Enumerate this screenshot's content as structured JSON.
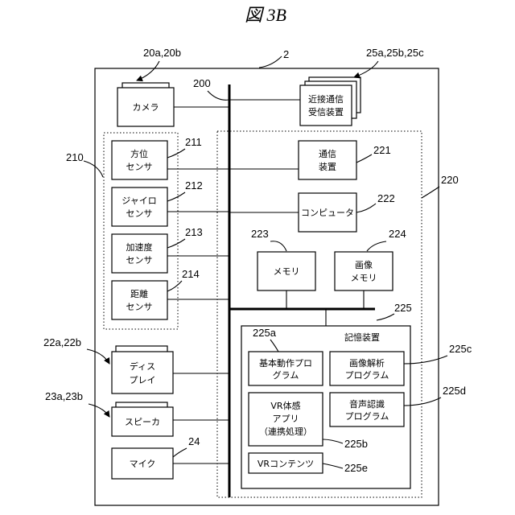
{
  "figure_title": "図 3B",
  "device_ref": "2",
  "bus_ref": "200",
  "camera": {
    "ref": "20a,20b",
    "label": "カメラ"
  },
  "proximity": {
    "ref": "25a,25b,25c",
    "line1": "近接通信",
    "line2": "受信装置"
  },
  "sensors_group_ref": "210",
  "sensors": [
    {
      "ref": "211",
      "line1": "方位",
      "line2": "センサ"
    },
    {
      "ref": "212",
      "line1": "ジャイロ",
      "line2": "センサ"
    },
    {
      "ref": "213",
      "line1": "加速度",
      "line2": "センサ"
    },
    {
      "ref": "214",
      "line1": "距離",
      "line2": "センサ"
    }
  ],
  "group_220_ref": "220",
  "comm": {
    "ref": "221",
    "line1": "通信",
    "line2": "装置"
  },
  "computer": {
    "ref": "222",
    "label": "コンピュータ"
  },
  "memory": {
    "ref": "223",
    "label": "メモリ"
  },
  "image_memory": {
    "ref": "224",
    "line1": "画像",
    "line2": "メモリ"
  },
  "storage": {
    "ref": "225",
    "label": "記憶装置",
    "basic_ref": "225a",
    "basic_line1": "基本動作プロ",
    "basic_line2": "グラム",
    "analysis_ref": "225c",
    "analysis_line1": "画像解析",
    "analysis_line2": "プログラム",
    "vr_ref": "225b",
    "vr_line1": "VR体感",
    "vr_line2": "アプリ",
    "vr_line3": "（連携処理）",
    "voice_ref": "225d",
    "voice_line1": "音声認識",
    "voice_line2": "プログラム",
    "contents_ref": "225e",
    "contents_label": "VRコンテンツ"
  },
  "display": {
    "ref": "22a,22b",
    "line1": "ディス",
    "line2": "プレイ"
  },
  "speaker": {
    "ref": "23a,23b",
    "label": "スピーカ"
  },
  "mic": {
    "ref": "24",
    "label": "マイク"
  }
}
